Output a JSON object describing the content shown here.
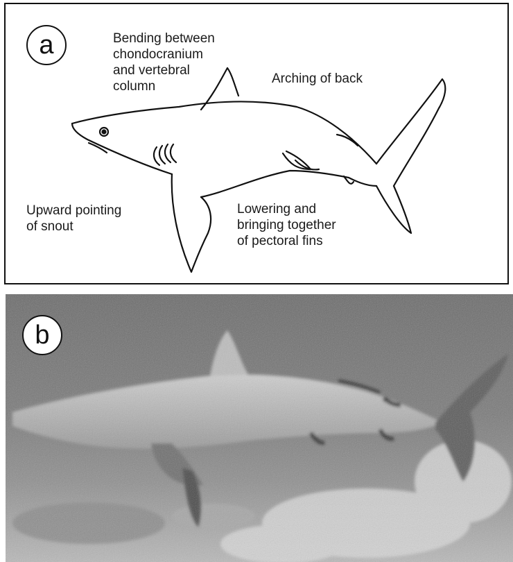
{
  "panel_a": {
    "badge": "a",
    "labels": {
      "bending": "Bending between\nchondocranium\nand vertebral\ncolumn",
      "arching": "Arching of back",
      "snout": "Upward pointing\nof snout",
      "pectoral": "Lowering and\nbringing together\nof pectoral fins"
    }
  },
  "panel_b": {
    "badge": "b"
  }
}
